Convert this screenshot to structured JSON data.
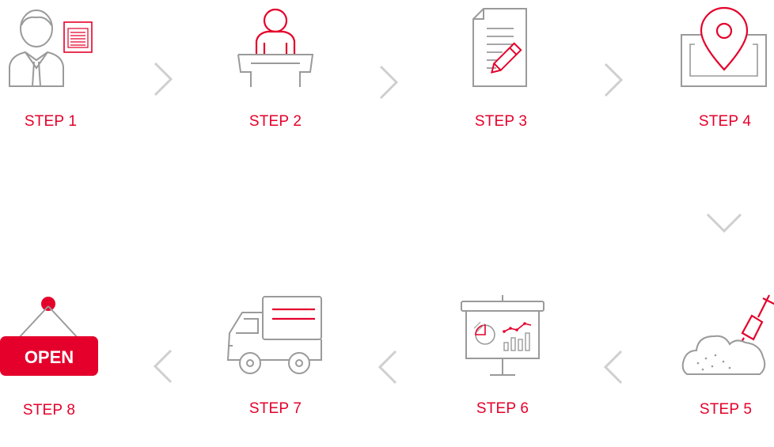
{
  "colors": {
    "accent": "#e4002b",
    "icon_gray": "#9a9a9a",
    "arrow_gray": "#cfcfcf",
    "background": "#ffffff"
  },
  "steps": [
    {
      "label": "STEP 1",
      "icon": "person-with-document-icon"
    },
    {
      "label": "STEP 2",
      "icon": "person-at-desk-icon"
    },
    {
      "label": "STEP 3",
      "icon": "document-with-pencil-icon"
    },
    {
      "label": "STEP 4",
      "icon": "location-pin-map-icon"
    },
    {
      "label": "STEP 5",
      "icon": "shovel-in-soil-icon"
    },
    {
      "label": "STEP 6",
      "icon": "presentation-board-icon"
    },
    {
      "label": "STEP 7",
      "icon": "delivery-truck-icon"
    },
    {
      "label": "STEP 8",
      "icon": "open-sign-icon",
      "sign_text": "OPEN"
    }
  ],
  "arrows": [
    "chevron-right-icon",
    "chevron-right-icon",
    "chevron-right-icon",
    "chevron-down-icon",
    "chevron-left-icon",
    "chevron-left-icon",
    "chevron-left-icon"
  ]
}
